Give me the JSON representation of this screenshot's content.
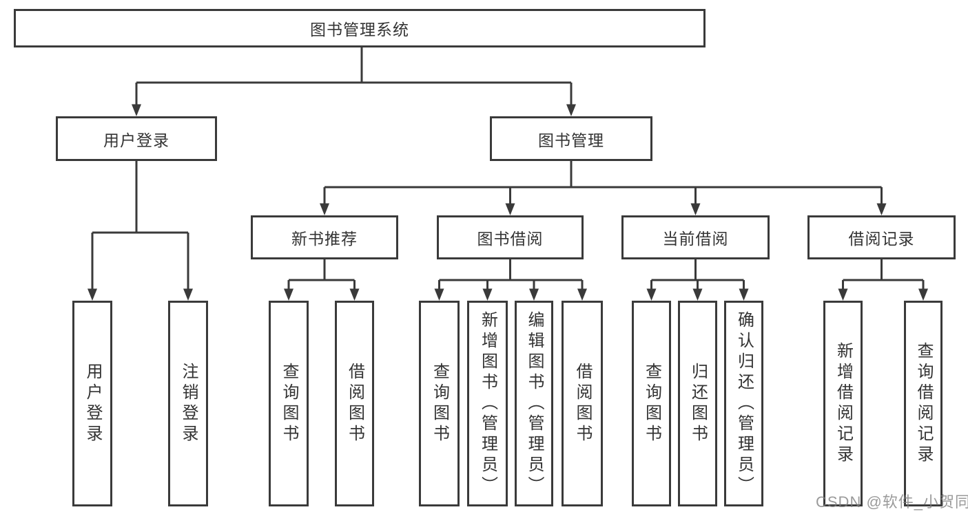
{
  "diagram": {
    "root": {
      "label": "图书管理系统"
    },
    "branches": [
      {
        "label": "用户登录",
        "leaves": [
          "用户登录",
          "注销登录"
        ]
      },
      {
        "label": "图书管理",
        "groups": [
          {
            "label": "新书推荐",
            "leaves": [
              "查询图书",
              "借阅图书"
            ]
          },
          {
            "label": "图书借阅",
            "leaves": [
              "查询图书",
              "新增图书（管理员）",
              "编辑图书（管理员）",
              "借阅图书"
            ]
          },
          {
            "label": "当前借阅",
            "leaves": [
              "查询图书",
              "归还图书",
              "确认归还（管理员）"
            ]
          },
          {
            "label": "借阅记录",
            "leaves": [
              "新增借阅记录",
              "查询借阅记录"
            ]
          }
        ]
      }
    ]
  },
  "watermark": {
    "text": "CSDN @软件_小贺同学"
  },
  "colors": {
    "line": "#3a3a3a",
    "box_border": "#3a3a3a",
    "text": "#333333",
    "watermark": "#7d7d7d",
    "background": "#ffffff"
  }
}
